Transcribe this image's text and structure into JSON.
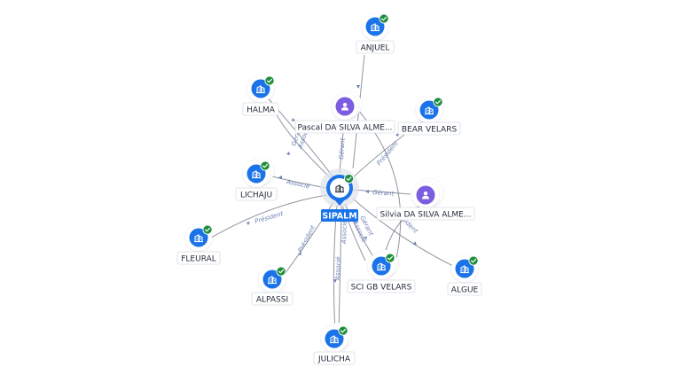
{
  "center": {
    "label": "SIPALM"
  },
  "nodes": [
    {
      "id": "anjuel",
      "label": "ANJUEL",
      "kind": "company",
      "verified": true
    },
    {
      "id": "halma",
      "label": "HALMA",
      "kind": "company",
      "verified": true
    },
    {
      "id": "pascal",
      "label": "Pascal DA SILVA ALME...",
      "kind": "person",
      "verified": false
    },
    {
      "id": "bear",
      "label": "BEAR VELARS",
      "kind": "company",
      "verified": true
    },
    {
      "id": "lichaju",
      "label": "LICHAJU",
      "kind": "company",
      "verified": true
    },
    {
      "id": "silvia",
      "label": "Silvia DA SILVA ALME...",
      "kind": "person",
      "verified": false
    },
    {
      "id": "fleural",
      "label": "FLEURAL",
      "kind": "company",
      "verified": true
    },
    {
      "id": "alpassi",
      "label": "ALPASSI",
      "kind": "company",
      "verified": true
    },
    {
      "id": "scigb",
      "label": "SCI GB VELARS",
      "kind": "company",
      "verified": true
    },
    {
      "id": "algue",
      "label": "ALGUE",
      "kind": "company",
      "verified": true
    },
    {
      "id": "julicha",
      "label": "JULICHA",
      "kind": "company",
      "verified": true
    }
  ],
  "edges": [
    {
      "id": "e-pascal",
      "label": "Gérant"
    },
    {
      "id": "e-halma",
      "label": "Gérant"
    },
    {
      "id": "e-halma2",
      "label": "Associé"
    },
    {
      "id": "e-bear",
      "label": "Président"
    },
    {
      "id": "e-lichaju",
      "label": "Associé"
    },
    {
      "id": "e-silvia",
      "label": "Gérant"
    },
    {
      "id": "e-fleural",
      "label": "Président"
    },
    {
      "id": "e-alpassi",
      "label": "Président"
    },
    {
      "id": "e-julicha",
      "label": "Associé"
    },
    {
      "id": "e-julicha2",
      "label": "Associé"
    },
    {
      "id": "e-scigb",
      "label": "Gérant"
    },
    {
      "id": "e-scigb2",
      "label": "Associé"
    },
    {
      "id": "e-algue",
      "label": "Président"
    }
  ],
  "colors": {
    "company": "#1a73e8",
    "person": "#7c5ce0",
    "verified": "#1e8e3e",
    "center": "#1a73e8",
    "edge_label": "#6b7fb0"
  },
  "icons": {
    "company": "building-icon",
    "person": "person-icon",
    "verified": "check-badge-icon"
  }
}
